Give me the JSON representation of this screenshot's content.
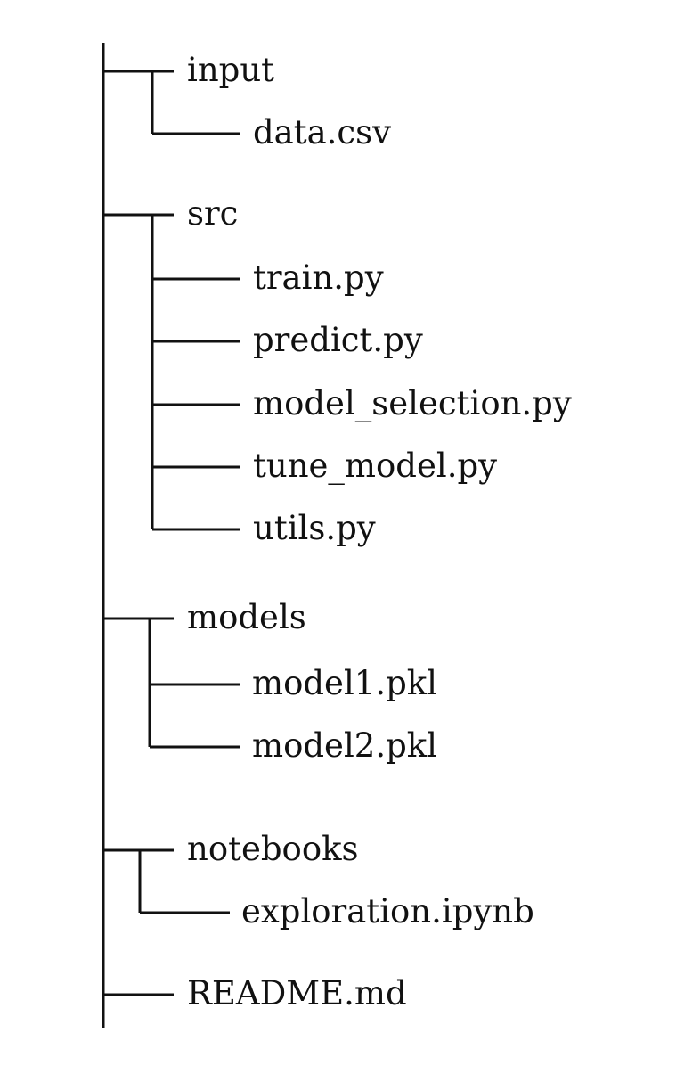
{
  "tree": {
    "root_children": [
      {
        "label": "input",
        "children": [
          "data.csv"
        ]
      },
      {
        "label": "src",
        "children": [
          "train.py",
          "predict.py",
          "model_selection.py",
          "tune_model.py",
          "utils.py"
        ]
      },
      {
        "label": "models",
        "children": [
          "model1.pkl",
          "model2.pkl"
        ]
      },
      {
        "label": "notebooks",
        "children": [
          "exploration.ipynb"
        ]
      },
      {
        "label": "README.md",
        "children": []
      }
    ]
  }
}
